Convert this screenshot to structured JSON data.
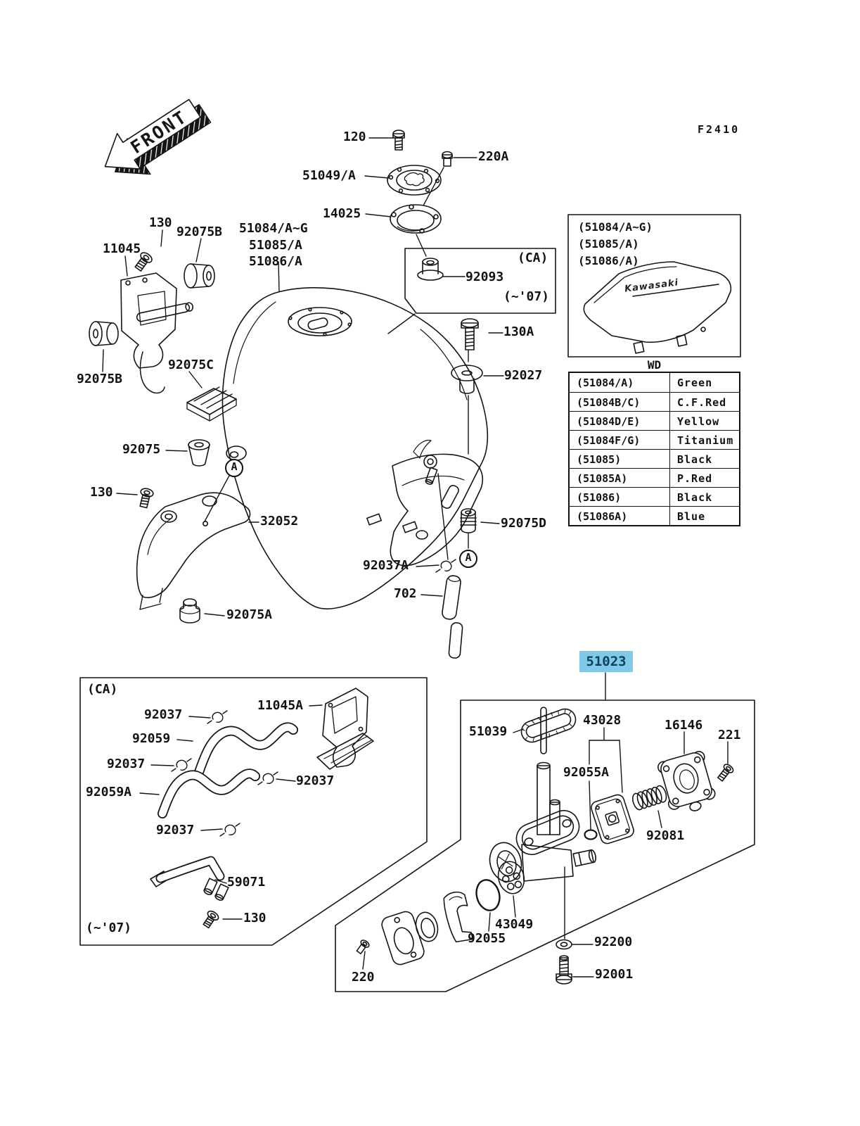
{
  "drawing": {
    "number_label_index": 24,
    "front_label": "FRONT"
  },
  "highlight": {
    "part": "51023",
    "bg": "#7fc9e9",
    "fg": "#10405f"
  },
  "cover_box": {
    "emblem": "Kawasaki"
  },
  "labels": [
    "120",
    "220A",
    "51049/A",
    "14025",
    "51084/A~G",
    "51085/A",
    "51086/A",
    "(CA)",
    "92093",
    "(~'07)",
    "130A",
    "92027",
    "130",
    "92075B",
    "11045",
    "92075C",
    "92075B",
    "92075",
    "130",
    "32052",
    "92075A",
    "92075D",
    "92037A",
    "702",
    "F2410",
    "(51084/A~G)",
    "(51085/A)",
    "(51086/A)",
    "WD",
    "(CA)",
    "92037",
    "11045A",
    "92059",
    "92037",
    "92059A",
    "92037",
    "92037",
    "59071",
    "130",
    "(~'07)",
    "51023",
    "51039",
    "43028",
    "92055A",
    "16146",
    "221",
    "92081",
    "43049",
    "92055",
    "220",
    "92200",
    "92001",
    "A",
    "A"
  ],
  "color_table": {
    "rows": [
      {
        "code": "(51084/A)",
        "color": "Green"
      },
      {
        "code": "(51084B/C)",
        "color": "C.F.Red"
      },
      {
        "code": "(51084D/E)",
        "color": "Yellow"
      },
      {
        "code": "(51084F/G)",
        "color": "Titanium"
      },
      {
        "code": "(51085)",
        "color": "Black"
      },
      {
        "code": "(51085A)",
        "color": "P.Red"
      },
      {
        "code": "(51086)",
        "color": "Black"
      },
      {
        "code": "(51086A)",
        "color": "Blue"
      }
    ]
  }
}
